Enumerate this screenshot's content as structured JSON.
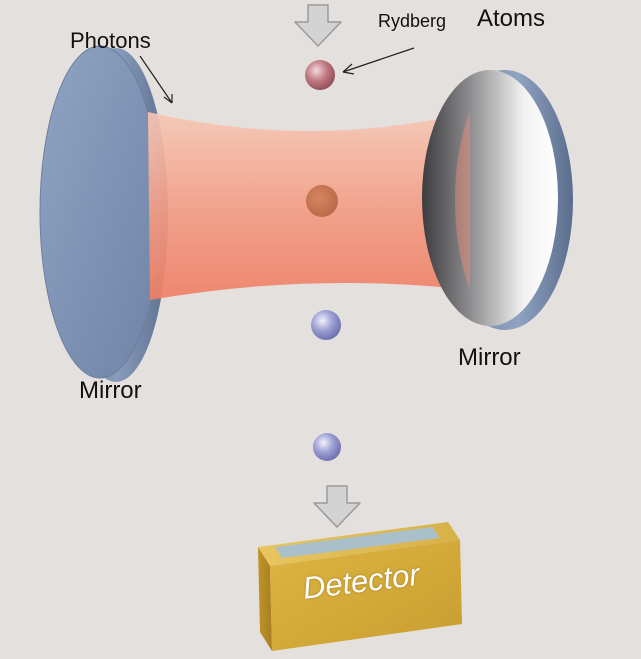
{
  "labels": {
    "photons": "Photons",
    "rydberg": "Rydberg",
    "atoms": "Atoms",
    "mirror_left": "Mirror",
    "mirror_right": "Mirror",
    "detector": "Detector"
  },
  "colors": {
    "background": "#e4e0dd",
    "mirror": "#7f93b3",
    "beam": "#f08f78",
    "atom_excited": "#b86a72",
    "atom_ground": "#8d8fc8",
    "detector": "#d7ae3c",
    "arrow": "#d0d0d0"
  },
  "icons": [
    "down-arrow-icon",
    "pointer-arrow-icon"
  ]
}
